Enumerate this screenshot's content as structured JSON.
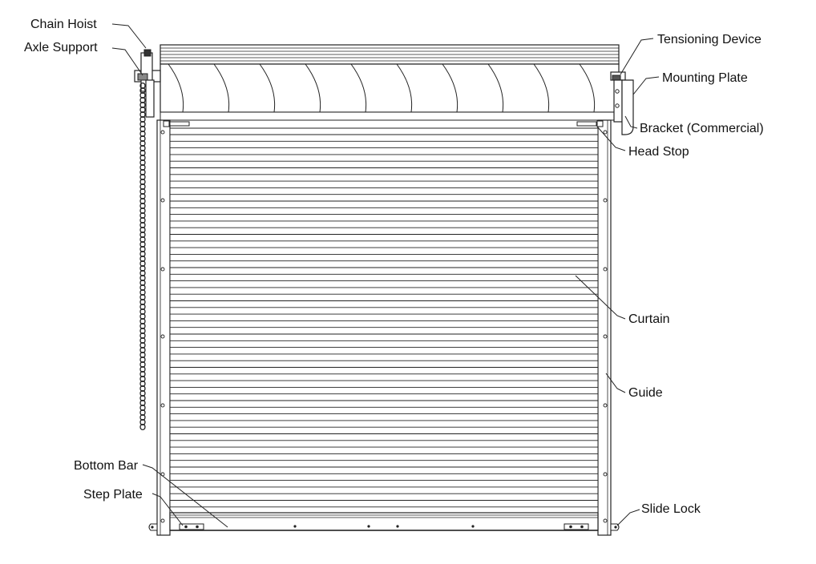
{
  "diagram": {
    "labels": {
      "chain_hoist": "Chain Hoist",
      "axle_support": "Axle Support",
      "tensioning_device": "Tensioning Device",
      "mounting_plate": "Mounting Plate",
      "bracket": "Bracket (Commercial)",
      "head_stop": "Head Stop",
      "curtain": "Curtain",
      "guide": "Guide",
      "bottom_bar": "Bottom Bar",
      "step_plate": "Step Plate",
      "slide_lock": "Slide Lock"
    }
  }
}
